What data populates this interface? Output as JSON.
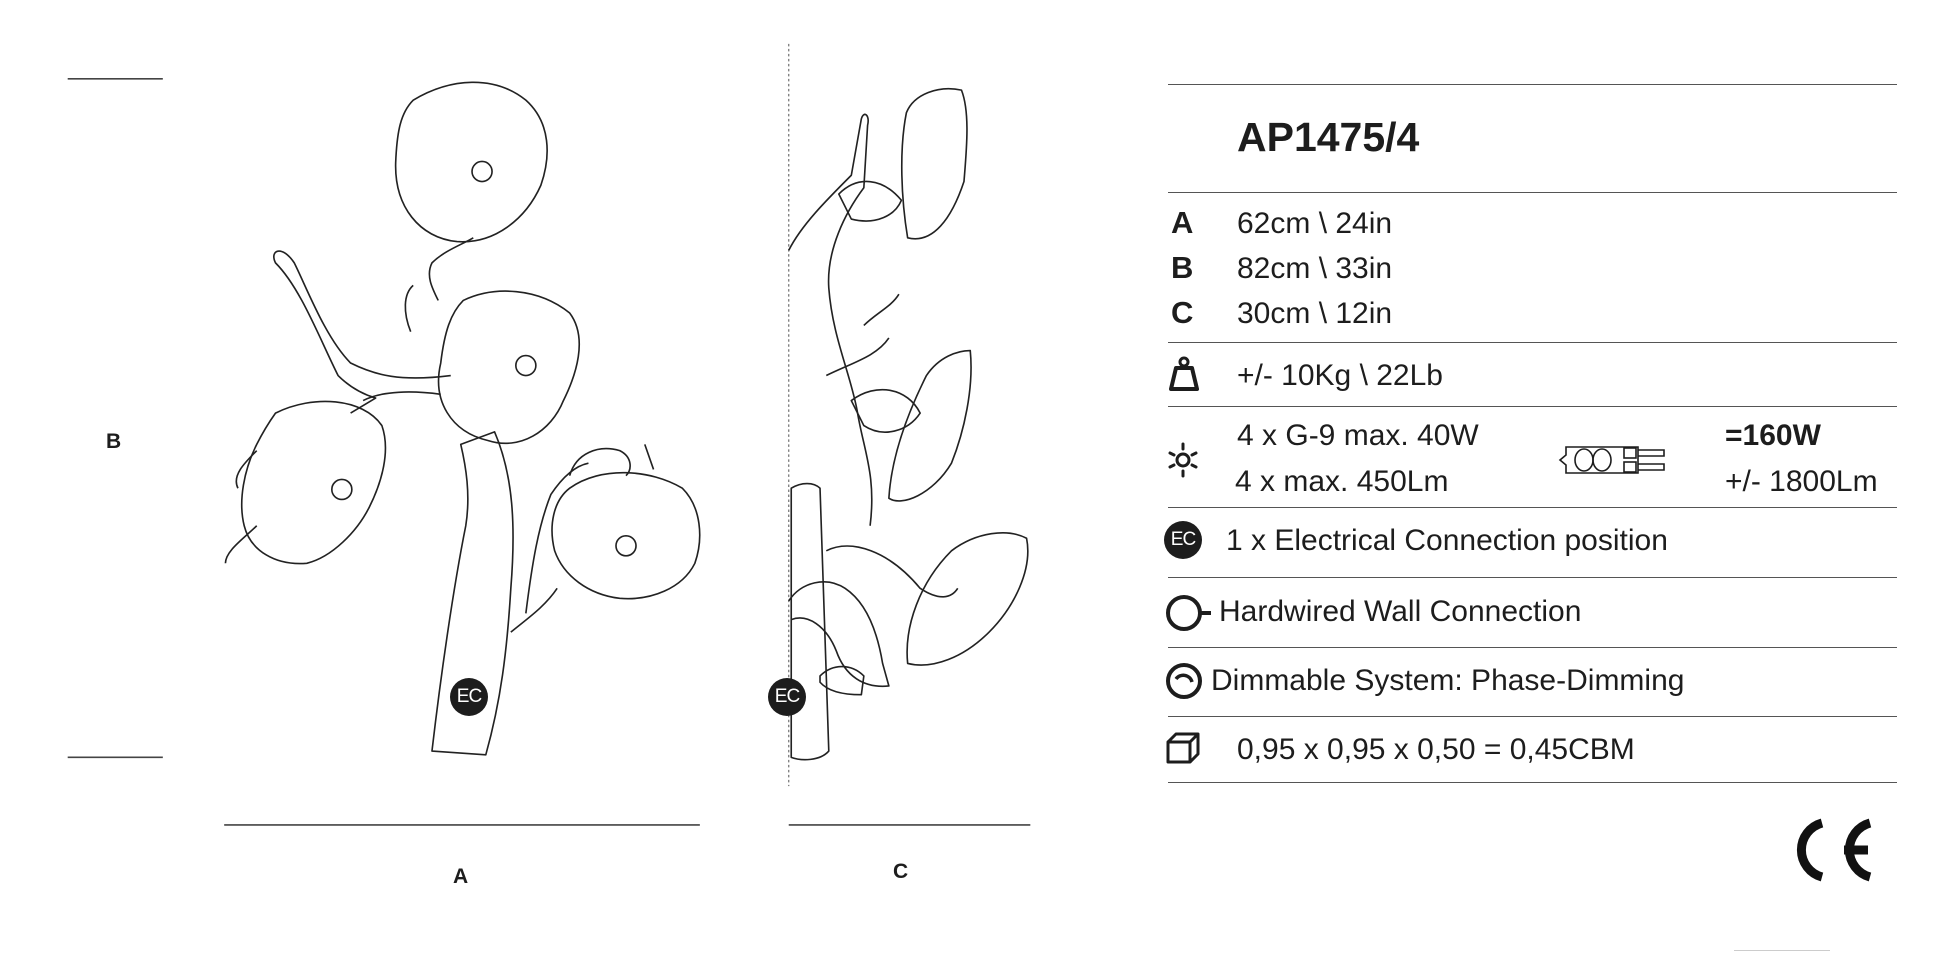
{
  "product": {
    "code": "AP1475/4"
  },
  "dimensions": [
    {
      "letter": "A",
      "value": "62cm \\ 24in"
    },
    {
      "letter": "B",
      "value": "82cm \\ 33in"
    },
    {
      "letter": "C",
      "value": "30cm \\ 12in"
    }
  ],
  "weight": {
    "icon": "weight-icon",
    "value": "+/- 10Kg \\ 22Lb"
  },
  "lamp": {
    "icon": "sun-icon",
    "bulbs": "4 x G-9 max. 40W",
    "lumens": "4 x max. 450Lm",
    "bulb_icon": "g9-bulb-icon",
    "total_watts": "=160W",
    "total_lumens": "+/- 1800Lm"
  },
  "electrical": {
    "badge": "EC",
    "text": "1 x Electrical Connection position"
  },
  "connection": {
    "icon": "hardwired-icon",
    "text": "Hardwired Wall Connection"
  },
  "dimming": {
    "icon": "dimmer-icon",
    "text": "Dimmable System: Phase-Dimming"
  },
  "packaging": {
    "icon": "box-icon",
    "text": "0,95 x 0,95 x 0,50 = 0,45CBM"
  },
  "certification": {
    "mark": "CE"
  },
  "drawing": {
    "label_a": "A",
    "label_b": "B",
    "label_c": "C",
    "ec_badge": "EC"
  }
}
